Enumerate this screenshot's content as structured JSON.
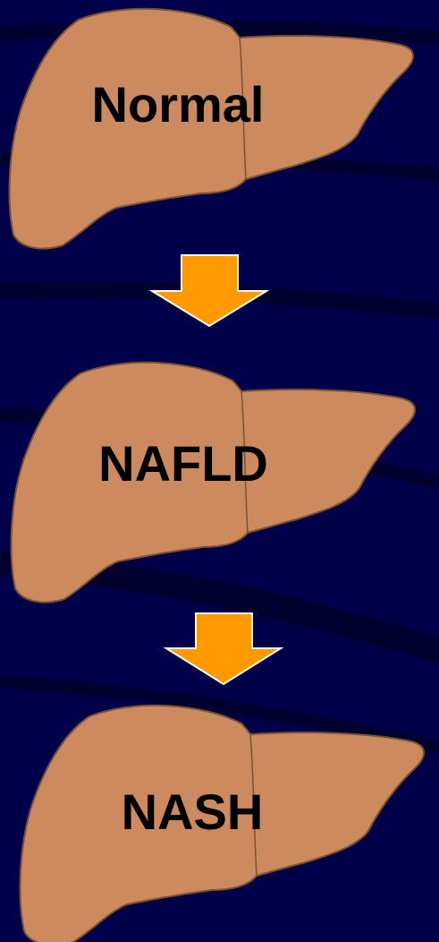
{
  "colors": {
    "background": "#00004a",
    "background_stripe": "#00002e",
    "liver_fill": "#cc8a5e",
    "liver_outline": "#7a5232",
    "arrow_fill": "#ff9900",
    "arrow_outline": "#ffffff",
    "label_text": "#000000"
  },
  "stages": [
    {
      "label": "Normal"
    },
    {
      "label": "NAFLD"
    },
    {
      "label": "NASH"
    }
  ],
  "arrows": [
    {
      "icon": "down-arrow-icon",
      "from": "Normal",
      "to": "NAFLD"
    },
    {
      "icon": "down-arrow-icon",
      "from": "NAFLD",
      "to": "NASH"
    }
  ]
}
